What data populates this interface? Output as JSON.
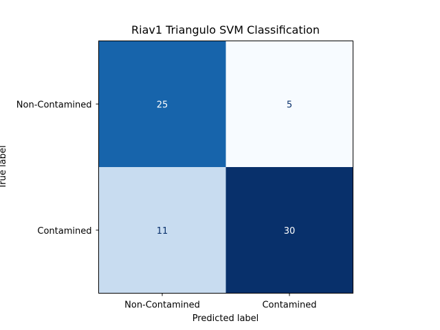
{
  "chart_data": {
    "type": "heatmap",
    "title": "Riav1 Triangulo SVM Classification",
    "xlabel": "Predicted label",
    "ylabel": "True label",
    "x_categories": [
      "Non-Contamined",
      "Contamined"
    ],
    "y_categories": [
      "Non-Contamined",
      "Contamined"
    ],
    "values": [
      [
        25,
        5
      ],
      [
        11,
        30
      ]
    ],
    "colormap": "Blues",
    "value_range": [
      5,
      30
    ],
    "grid": false,
    "colorbar": false
  },
  "colors": {
    "dark_text": "#08306b",
    "light_text": "#ffffff"
  }
}
